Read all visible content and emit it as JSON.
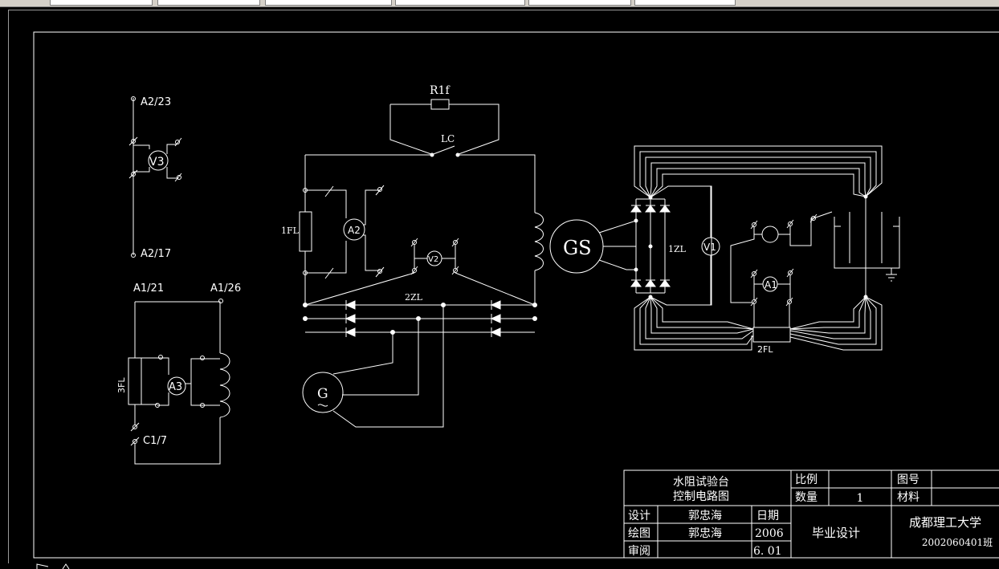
{
  "labels": {
    "r1f": "R1f",
    "lc": "LC",
    "a2_23": "A2/23",
    "a2_17": "A2/17",
    "v3": "V3",
    "a1_21": "A1/21",
    "a1_26": "A1/26",
    "fl3": "3FL",
    "a3": "A3",
    "c1_7": "C1/7",
    "fl1": "1FL",
    "a2": "A2",
    "v2": "V2",
    "zl2": "2ZL",
    "g": "G",
    "gs": "GS",
    "zl1": "1ZL",
    "v1": "V1",
    "a1": "A1",
    "fl2": "2FL"
  },
  "title_block": {
    "title_line1": "水阻试验台",
    "title_line2": "控制电路图",
    "scale_label": "比例",
    "scale_value": "",
    "drawing_no_label": "图号",
    "drawing_no_value": "",
    "qty_label": "数量",
    "qty_value": "1",
    "material_label": "材料",
    "material_value": "",
    "design_label": "设计",
    "design_name": "郭忠海",
    "draw_label": "绘图",
    "draw_name": "郭忠海",
    "review_label": "审阅",
    "review_name": "",
    "date_label": "日期",
    "date_year": "2006",
    "date_md": "6. 01",
    "project": "毕业设计",
    "school": "成都理工大学",
    "class": "2002060401班"
  }
}
